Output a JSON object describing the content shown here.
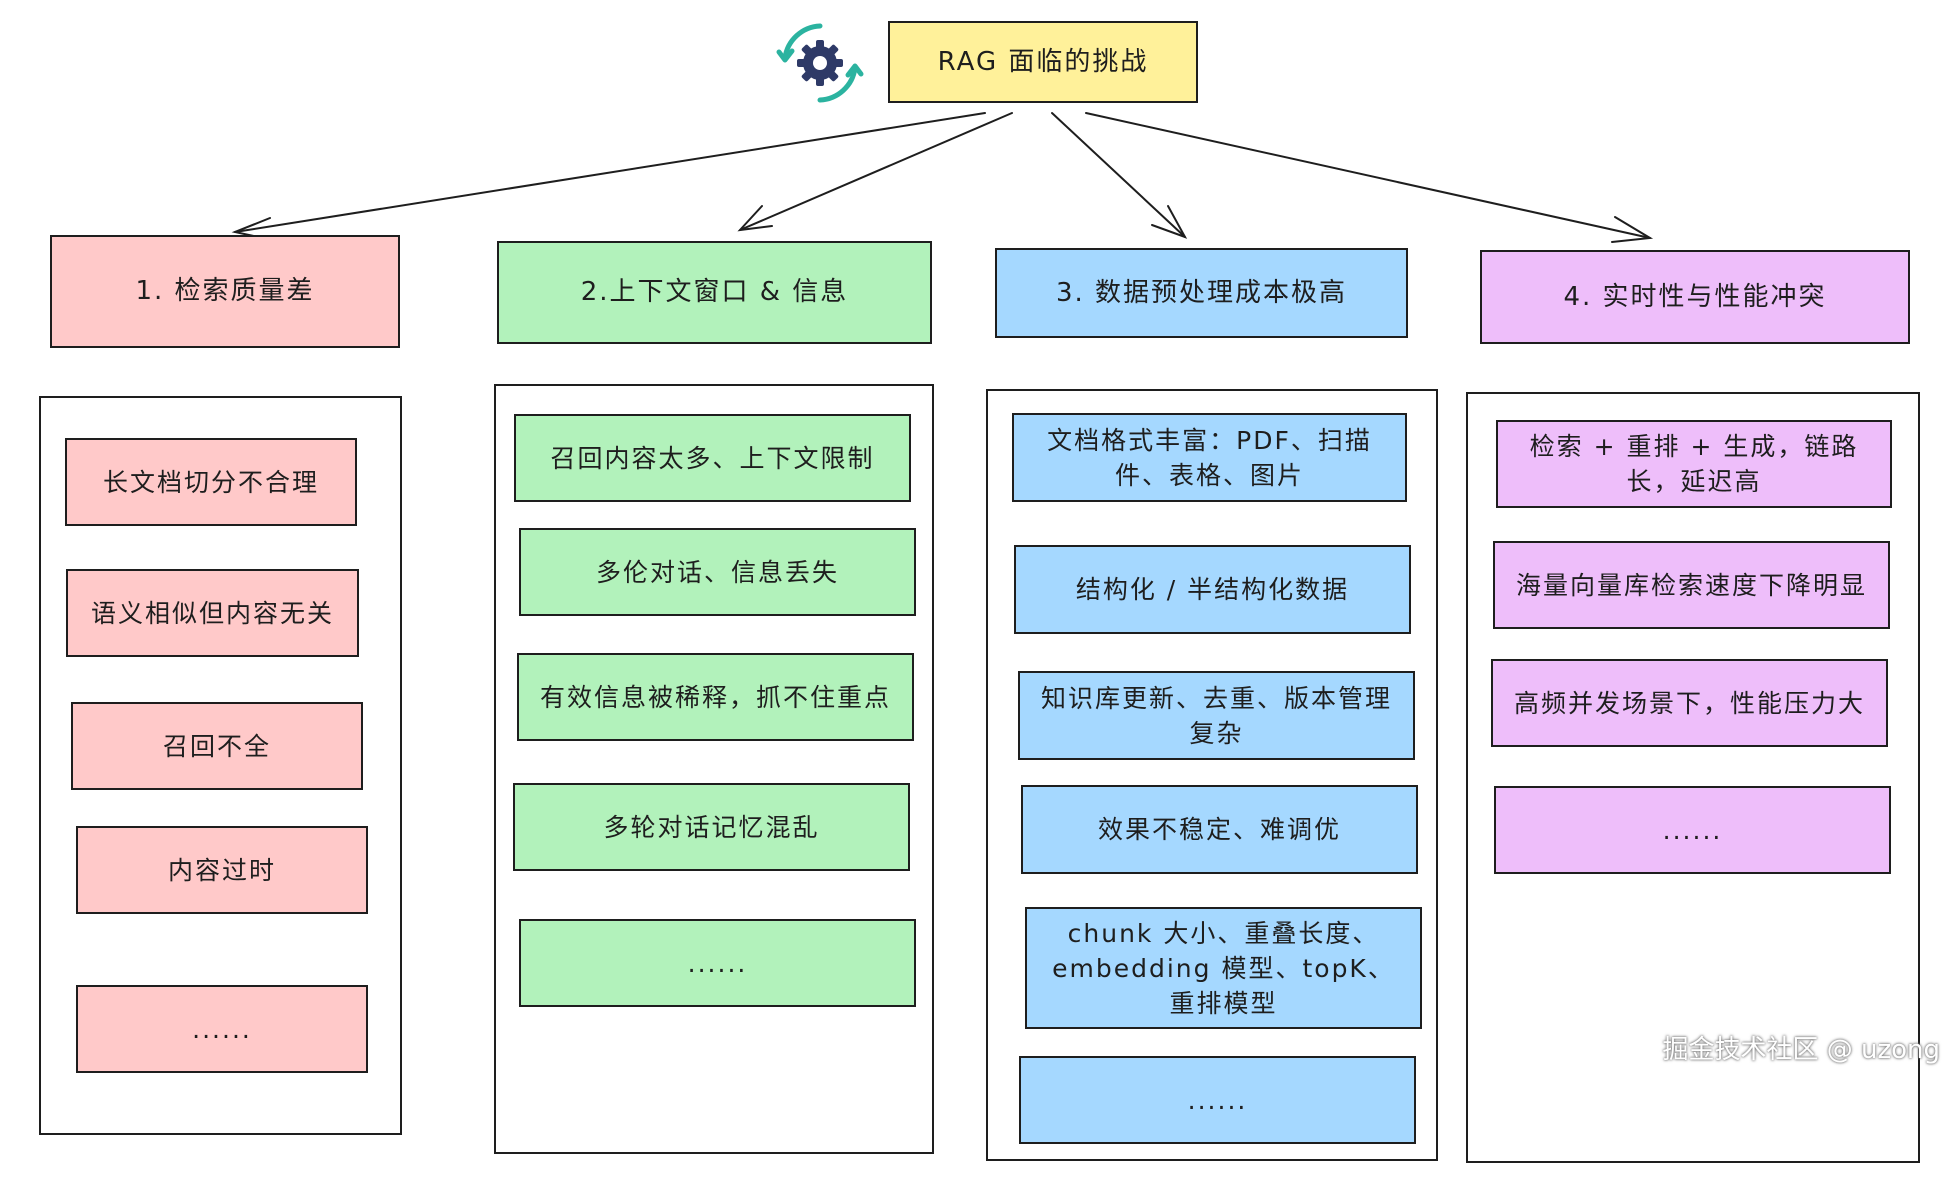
{
  "title": "RAG 面临的挑战",
  "columns": [
    {
      "header": "1. 检索质量差",
      "color": "#ffc9c9",
      "items": [
        "长文档切分不合理",
        "语义相似但内容无关",
        "召回不全",
        "内容过时",
        "......"
      ]
    },
    {
      "header": "2.上下文窗口 & 信息",
      "color": "#b2f2bb",
      "items": [
        "召回内容太多、上下文限制",
        "多伦对话、信息丢失",
        "有效信息被稀释，抓不住重点",
        "多轮对话记忆混乱",
        "......"
      ]
    },
    {
      "header": "3. 数据预处理成本极高",
      "color": "#a5d8ff",
      "items": [
        "文档格式丰富：PDF、扫描件、表格、图片",
        "结构化 / 半结构化数据",
        "知识库更新、去重、版本管理复杂",
        "效果不稳定、难调优",
        "chunk 大小、重叠长度、embedding 模型、topK、重排模型",
        "......"
      ]
    },
    {
      "header": "4. 实时性与性能冲突",
      "color": "#eebefa",
      "items": [
        "检索 + 重排 + 生成，链路长，延迟高",
        "海量向量库检索速度下降明显",
        "高频并发场景下，性能压力大",
        "......"
      ]
    }
  ],
  "watermark": "掘金技术社区 @ uzong",
  "icon": "gear-sync-icon"
}
